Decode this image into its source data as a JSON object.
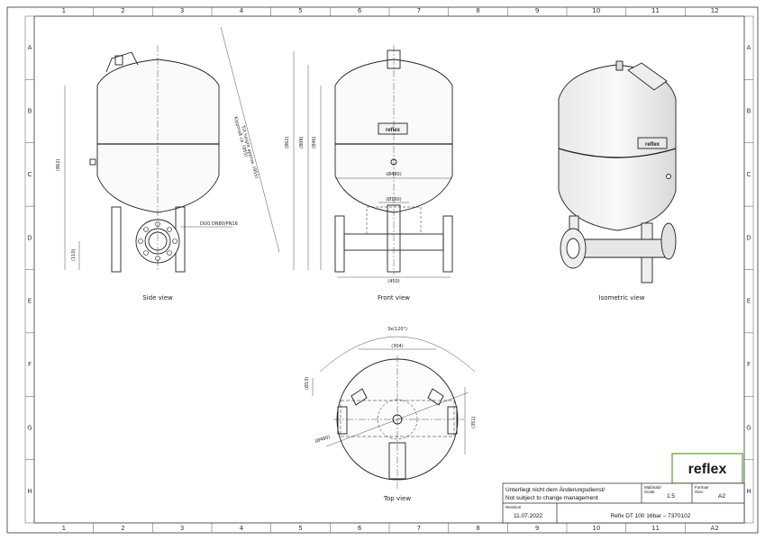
{
  "grid": {
    "columns": [
      "1",
      "2",
      "3",
      "4",
      "5",
      "6",
      "7",
      "8",
      "9",
      "10",
      "11",
      "12"
    ],
    "rows": [
      "A",
      "B",
      "C",
      "D",
      "E",
      "F",
      "G",
      "H"
    ],
    "corner_bottom_right": "A2"
  },
  "views": {
    "side": "Side view",
    "front": "Front view",
    "isometric": "Isometric view",
    "top": "Top view"
  },
  "dimensions": {
    "side_height": "(862)",
    "side_flange_height": "(110)",
    "side_flange": "DUO DN80/PN16",
    "tilt_height": "Kippmaß ca. (955)",
    "tilt_height_en": "Tilt height approx. (955)",
    "front_h1": "(862)",
    "front_h2": "(808)",
    "front_h3": "(846)",
    "front_dia": "(Ø480)",
    "front_inner": "(Ø160)",
    "front_width": "(450)",
    "top_angle": "3x(120°)",
    "top_pitch": "(304)",
    "top_hole": "(Ø13)",
    "top_dia": "(Ø480)",
    "top_depth": "(351)"
  },
  "brand": {
    "logo": "reflex",
    "logo_color": "#5aa02c"
  },
  "title_block": {
    "notice_de": "Unterliegt nicht dem Änderungsdienst/",
    "notice_en": "Not subject to change management",
    "scale_label": "Maßstab/\nScale:",
    "scale": "1:5",
    "format_label": "Format/\nSize:",
    "format": "A2",
    "revision_label": "Revision",
    "date": "11.07.2022",
    "product": "Refix DT 100 16bar – 7370102"
  }
}
